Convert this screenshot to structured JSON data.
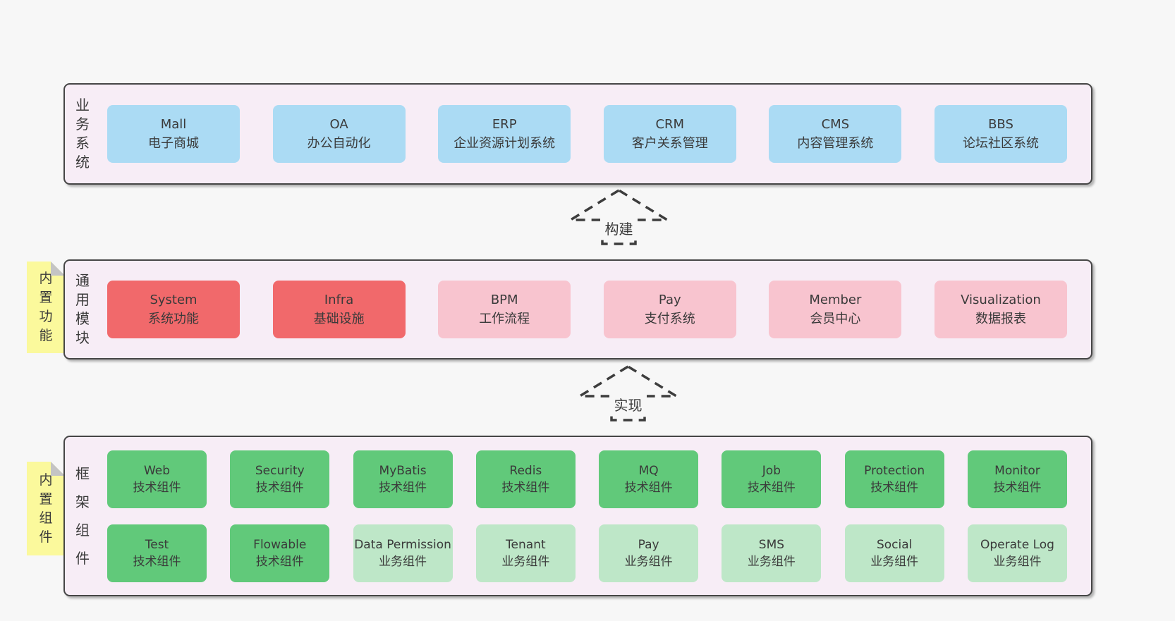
{
  "colors": {
    "page_background": "#f7f7f7",
    "band_background": "#f7edf6",
    "band_border": "#464646",
    "blue_box": "#abdbf4",
    "red_box": "#f1696b",
    "pink_box": "#f8c4cf",
    "green_box": "#61c97a",
    "light_green_box": "#bee7c8",
    "sticky_note": "#fbf99c",
    "text": "#3a3a3a"
  },
  "notes": [
    {
      "text": "内置功能"
    },
    {
      "text": "内置组件"
    }
  ],
  "arrows": [
    {
      "label": "构建"
    },
    {
      "label": "实现"
    }
  ],
  "bands": [
    {
      "label": "业务系统",
      "boxes": [
        {
          "title": "Mall",
          "desc": "电子商城"
        },
        {
          "title": "OA",
          "desc": "办公自动化"
        },
        {
          "title": "ERP",
          "desc": "企业资源计划系统"
        },
        {
          "title": "CRM",
          "desc": "客户关系管理"
        },
        {
          "title": "CMS",
          "desc": "内容管理系统"
        },
        {
          "title": "BBS",
          "desc": "论坛社区系统"
        }
      ]
    },
    {
      "label": "通用模块",
      "boxes": [
        {
          "title": "System",
          "desc": "系统功能"
        },
        {
          "title": "Infra",
          "desc": "基础设施"
        },
        {
          "title": "BPM",
          "desc": "工作流程"
        },
        {
          "title": "Pay",
          "desc": "支付系统"
        },
        {
          "title": "Member",
          "desc": "会员中心"
        },
        {
          "title": "Visualization",
          "desc": "数据报表"
        }
      ]
    },
    {
      "label": "框架组件",
      "rows": [
        [
          {
            "title": "Web",
            "desc": "技术组件"
          },
          {
            "title": "Security",
            "desc": "技术组件"
          },
          {
            "title": "MyBatis",
            "desc": "技术组件"
          },
          {
            "title": "Redis",
            "desc": "技术组件"
          },
          {
            "title": "MQ",
            "desc": "技术组件"
          },
          {
            "title": "Job",
            "desc": "技术组件"
          },
          {
            "title": "Protection",
            "desc": "技术组件"
          },
          {
            "title": "Monitor",
            "desc": "技术组件"
          }
        ],
        [
          {
            "title": "Test",
            "desc": "技术组件"
          },
          {
            "title": "Flowable",
            "desc": "技术组件"
          },
          {
            "title": "Data Permission",
            "desc": "业务组件"
          },
          {
            "title": "Tenant",
            "desc": "业务组件"
          },
          {
            "title": "Pay",
            "desc": "业务组件"
          },
          {
            "title": "SMS",
            "desc": "业务组件"
          },
          {
            "title": "Social",
            "desc": "业务组件"
          },
          {
            "title": "Operate Log",
            "desc": "业务组件"
          }
        ]
      ]
    }
  ]
}
